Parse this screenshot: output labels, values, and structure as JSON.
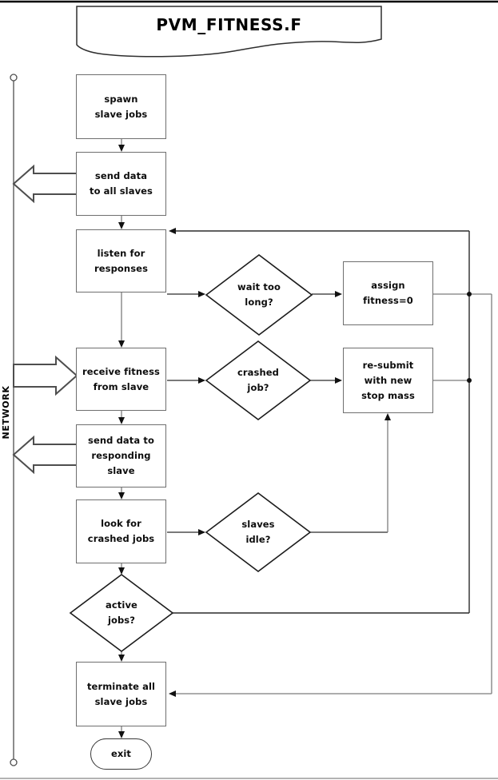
{
  "title_banner": {
    "label": "PVM_FITNESS.F"
  },
  "network": {
    "label": "NETWORK"
  },
  "nodes": [
    {
      "id": "spawn-slave-jobs",
      "type": "process",
      "label": "spawn\nslave jobs"
    },
    {
      "id": "send-data-all-slaves",
      "type": "process",
      "label": "send data\nto all slaves"
    },
    {
      "id": "listen-for-responses",
      "type": "process",
      "label": "listen for\nresponses"
    },
    {
      "id": "wait-too-long",
      "type": "decision",
      "label": "wait too\nlong?"
    },
    {
      "id": "assign-fitness-0",
      "type": "process",
      "label": "assign\nfitness=0"
    },
    {
      "id": "receive-fitness",
      "type": "process",
      "label": "receive fitness\nfrom slave"
    },
    {
      "id": "crashed-job",
      "type": "decision",
      "label": "crashed\njob?"
    },
    {
      "id": "resubmit-new-stop-mass",
      "type": "process",
      "label": "re-submit\nwith new\nstop mass"
    },
    {
      "id": "send-data-responding",
      "type": "process",
      "label": "send data to\nresponding\nslave"
    },
    {
      "id": "look-for-crashed-jobs",
      "type": "process",
      "label": "look for\ncrashed jobs"
    },
    {
      "id": "slaves-idle",
      "type": "decision",
      "label": "slaves\nidle?"
    },
    {
      "id": "active-jobs",
      "type": "decision",
      "label": "active\njobs?"
    },
    {
      "id": "terminate-all",
      "type": "process",
      "label": "terminate all\nslave jobs"
    },
    {
      "id": "exit",
      "type": "terminator",
      "label": "exit"
    }
  ],
  "colors": {
    "connector_gray": "#7c7c7c",
    "connector_black": "#2b2b2b",
    "box_border": "#6f6f6f",
    "diamond_border": "#1c1c1c",
    "background": "#ffffff"
  }
}
